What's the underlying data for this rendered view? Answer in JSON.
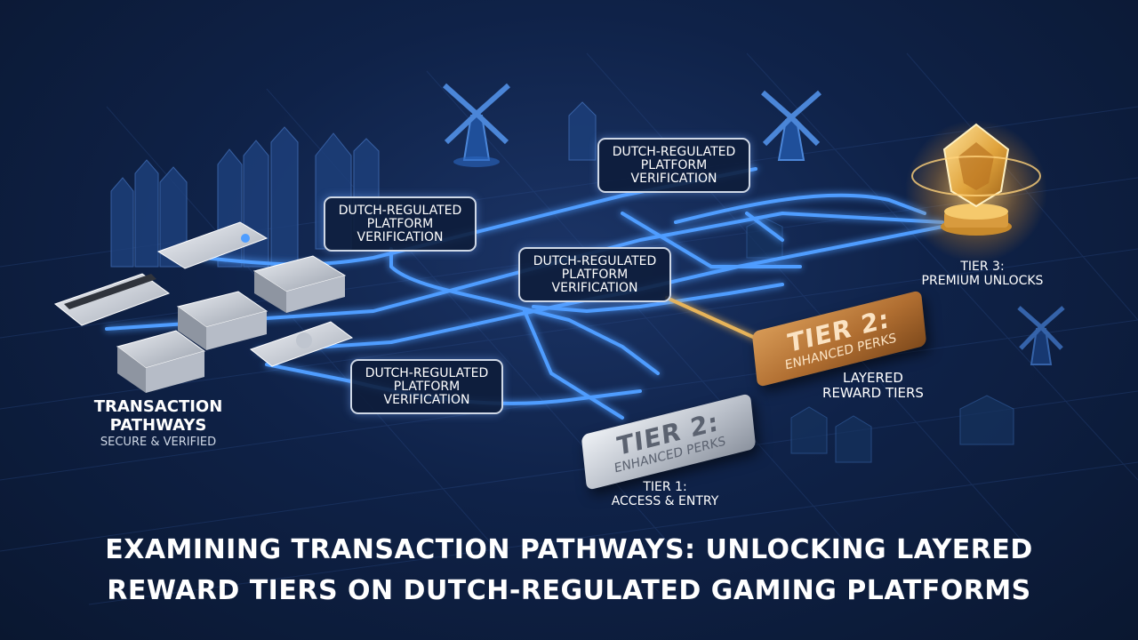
{
  "headline": {
    "line1": "EXAMINING TRANSACTION PATHWAYS: UNLOCKING LAYERED",
    "line2": "REWARD TIERS ON DUTCH-REGULATED GAMING PLATFORMS"
  },
  "left_label": {
    "title_line1": "TRANSACTION",
    "title_line2": "PATHWAYS",
    "subtitle": "SECURE & VERIFIED"
  },
  "verification_boxes": [
    {
      "line1": "DUTCH-REGULATED",
      "line2": "PLATFORM",
      "line3": "VERIFICATION"
    },
    {
      "line1": "DUTCH-REGULATED",
      "line2": "PLATFORM",
      "line3": "VERIFICATION"
    },
    {
      "line1": "DUTCH-REGULATED",
      "line2": "PLATFORM",
      "line3": "VERIFICATION"
    },
    {
      "line1": "DUTCH-REGULATED",
      "line2": "PLATFORM",
      "line3": "VERIFICATION"
    }
  ],
  "badges": {
    "silver": {
      "title": "TIER 2:",
      "subtitle": "ENHANCED PERKS"
    },
    "bronze": {
      "title": "TIER 2:",
      "subtitle": "ENHANCED PERKS"
    }
  },
  "tier_labels": {
    "tier1": {
      "line1": "TIER 1:",
      "line2": "ACCESS & ENTRY"
    },
    "layered": {
      "line1": "LAYERED",
      "line2": "REWARD TIERS"
    },
    "tier3": {
      "line1": "TIER 3:",
      "line2": "PREMIUM UNLOCKS"
    }
  },
  "colors": {
    "background": "#0f2248",
    "pathway_glow": "#4f9dff",
    "gold_path": "#e7b45a",
    "trophy_gold": "#f0b64a",
    "text": "#ffffff"
  }
}
